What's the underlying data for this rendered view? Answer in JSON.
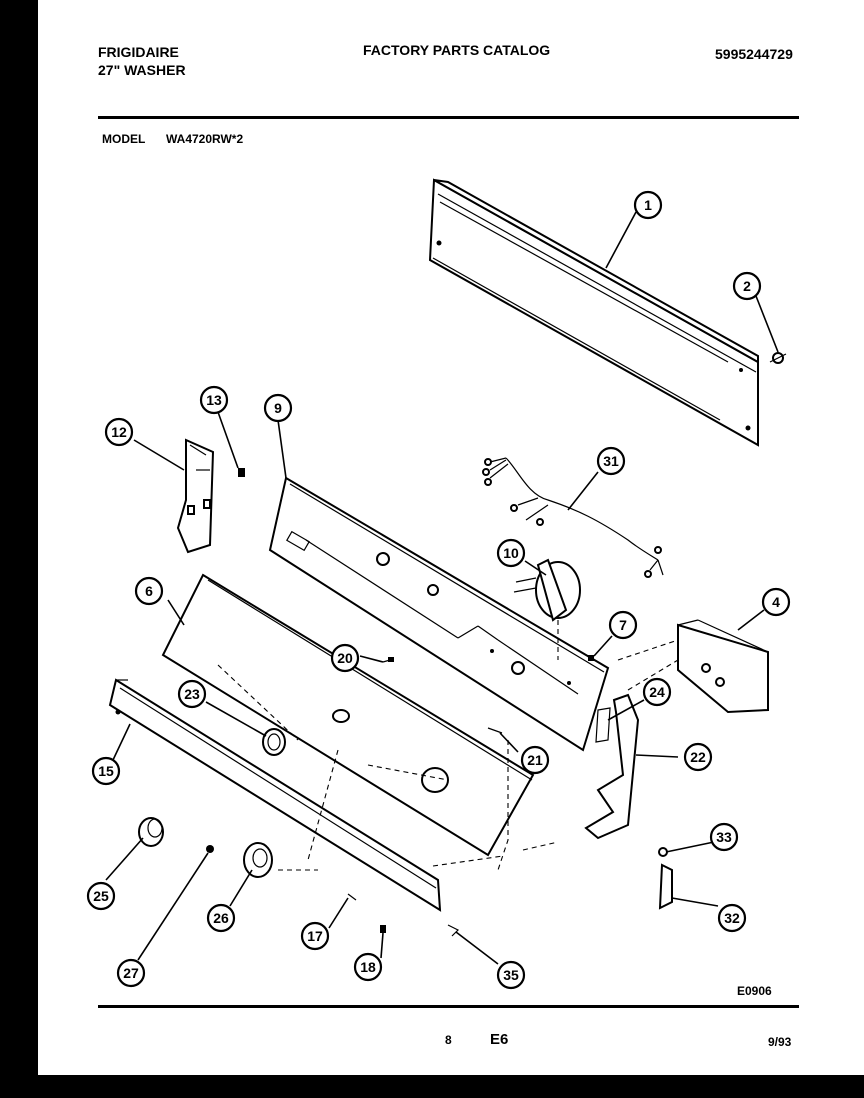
{
  "header": {
    "brand": "FRIGIDAIRE",
    "product": "27\" WASHER",
    "title": "FACTORY PARTS CATALOG",
    "catalog_number": "5995244729",
    "model_label": "MODEL",
    "model_number": "WA4720RW*2"
  },
  "diagram": {
    "figure_code": "E0906",
    "callouts": [
      "1",
      "2",
      "4",
      "6",
      "7",
      "9",
      "10",
      "12",
      "13",
      "15",
      "17",
      "18",
      "20",
      "21",
      "22",
      "23",
      "24",
      "25",
      "26",
      "27",
      "31",
      "32",
      "33",
      "35"
    ]
  },
  "footer": {
    "page_number": "8",
    "section": "E6",
    "date": "9/93"
  }
}
